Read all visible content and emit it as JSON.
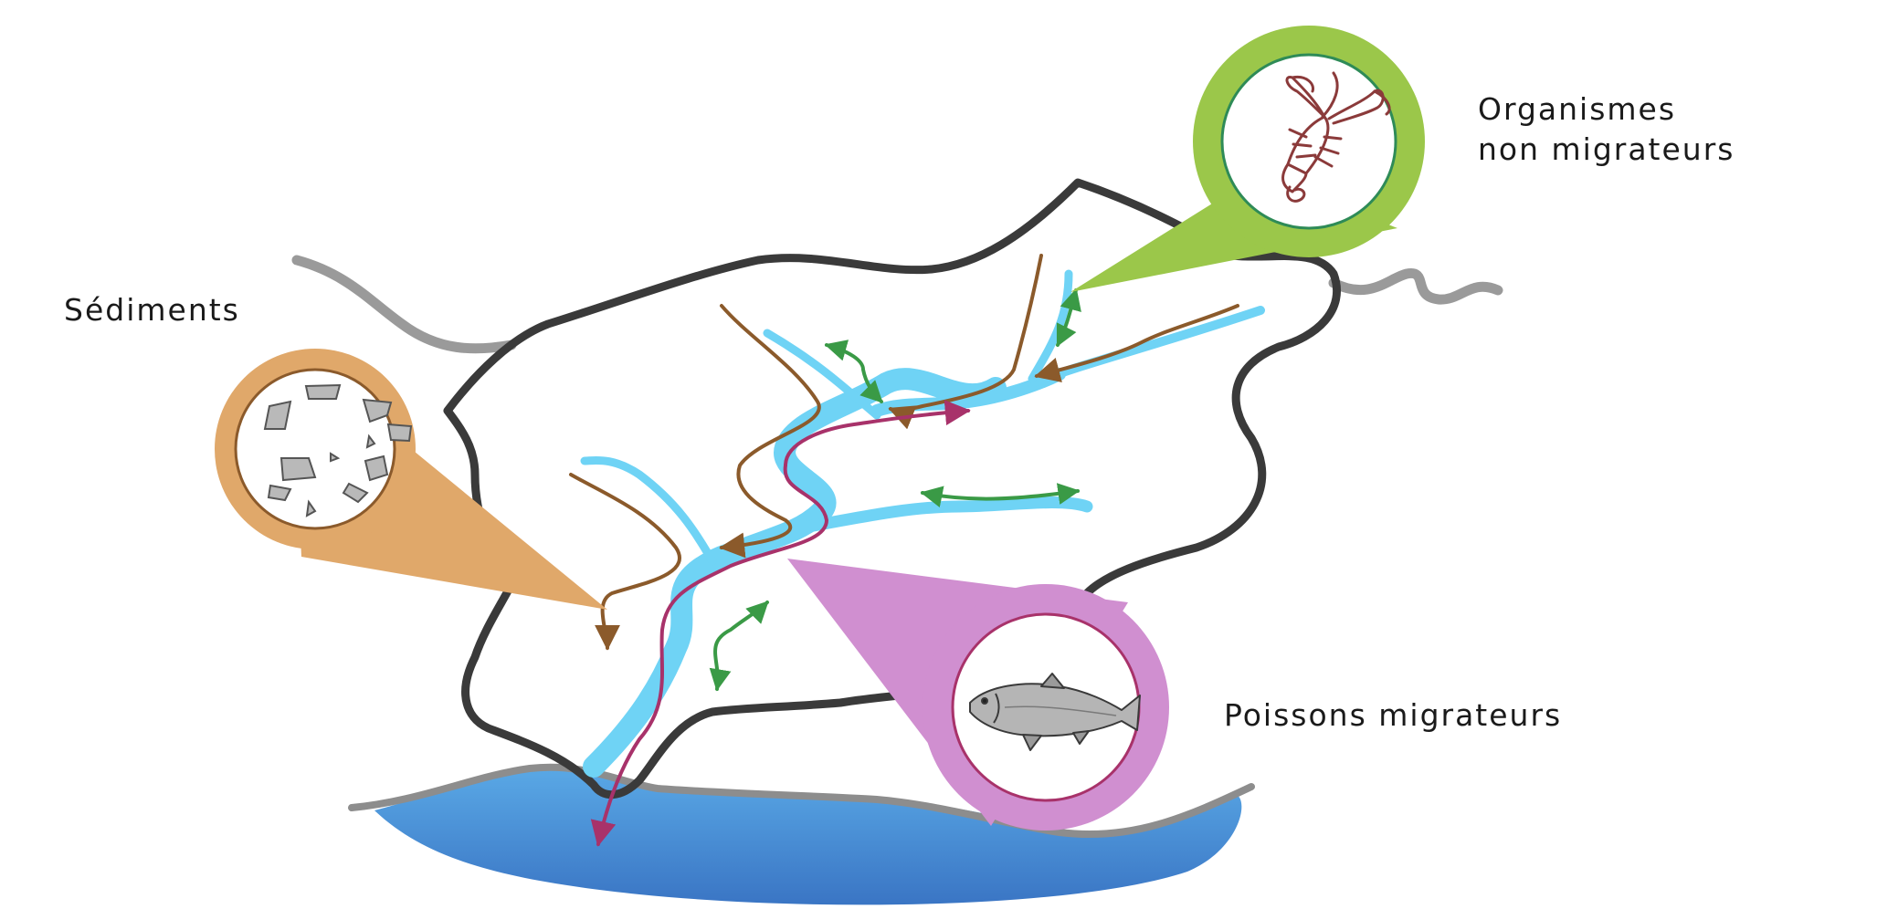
{
  "labels": {
    "sediments": "Sédiments",
    "organisms_line1": "Organismes",
    "organisms_line2": "non migrateurs",
    "fish": "Poissons migrateurs"
  },
  "icons": {
    "sediments": "sediment-particles-icon",
    "organisms": "crayfish-icon",
    "fish": "salmon-icon"
  },
  "colors": {
    "outline": "#3a3a3a",
    "road": "#9a9a9a",
    "river": "#6fd3f5",
    "lake_top": "#5aa9e6",
    "lake_bottom": "#3a75c4",
    "sediment_arrow": "#8b5a2b",
    "movement_arrow": "#3a9a46",
    "migration_arrow": "#a8326a",
    "sediment_callout": "#e0a86a",
    "organism_callout": "#9bc74a",
    "fish_callout": "#d08fd0"
  }
}
